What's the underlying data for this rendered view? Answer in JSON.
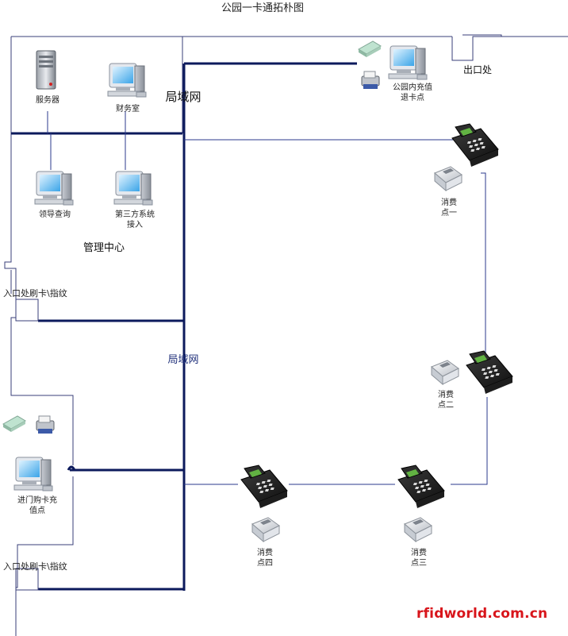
{
  "title": "公园一卡通拓朴图",
  "lan_label_top": "局域网",
  "lan_label_mid": "局域网",
  "management_center": "管理中心",
  "exit": "出口处",
  "watermark": "rfidworld.com.cn",
  "nodes": {
    "server": "服务器",
    "finance": "财务室",
    "leader": "领导查询",
    "third_party": "第三方系统\n接入",
    "recharge_refund": "公园内充值\n退卡点",
    "entry_top": "入口处刷卡\\指纹",
    "entry_bottom": "入口处刷卡\\指纹",
    "ticket_point": "进门购卡充\n值点",
    "pos1": "消费\n点一",
    "pos2": "消费\n点二",
    "pos3": "消费\n点三",
    "pos4": "消费\n点四"
  },
  "colors": {
    "backbone": "#0c1a5c",
    "thin_line": "#2b3a8c",
    "wall": "#3a3f7a",
    "watermark": "#d8151b"
  }
}
